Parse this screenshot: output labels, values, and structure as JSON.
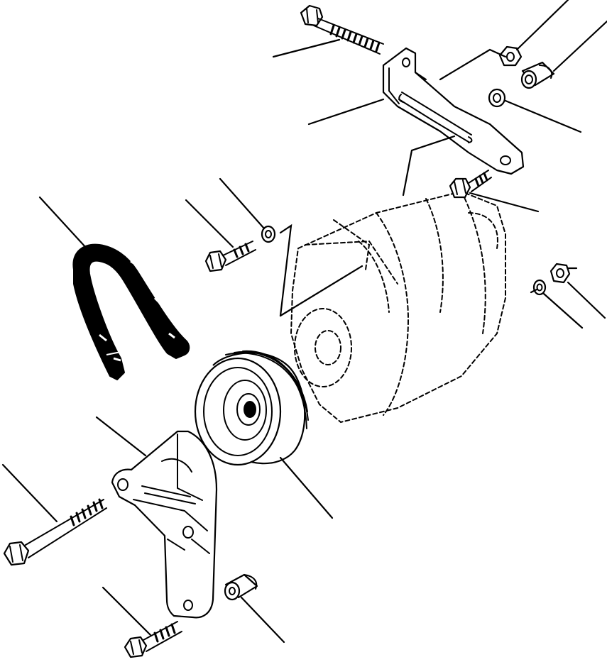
{
  "diagram": {
    "colors": {
      "ink": "#000000",
      "paper": "#ffffff"
    },
    "parts": [
      "long-bolt-top",
      "adjusting-bracket",
      "nut-top",
      "spacer-top",
      "washer-top",
      "bolt-bracket-end",
      "drive-belt",
      "bolt-mid",
      "washer-mid",
      "alternator-phantom",
      "nut-right",
      "lock-washer-right",
      "pulley",
      "mounting-bracket",
      "long-bolt-bottom",
      "bolt-bottom",
      "spacer-bottom"
    ]
  }
}
